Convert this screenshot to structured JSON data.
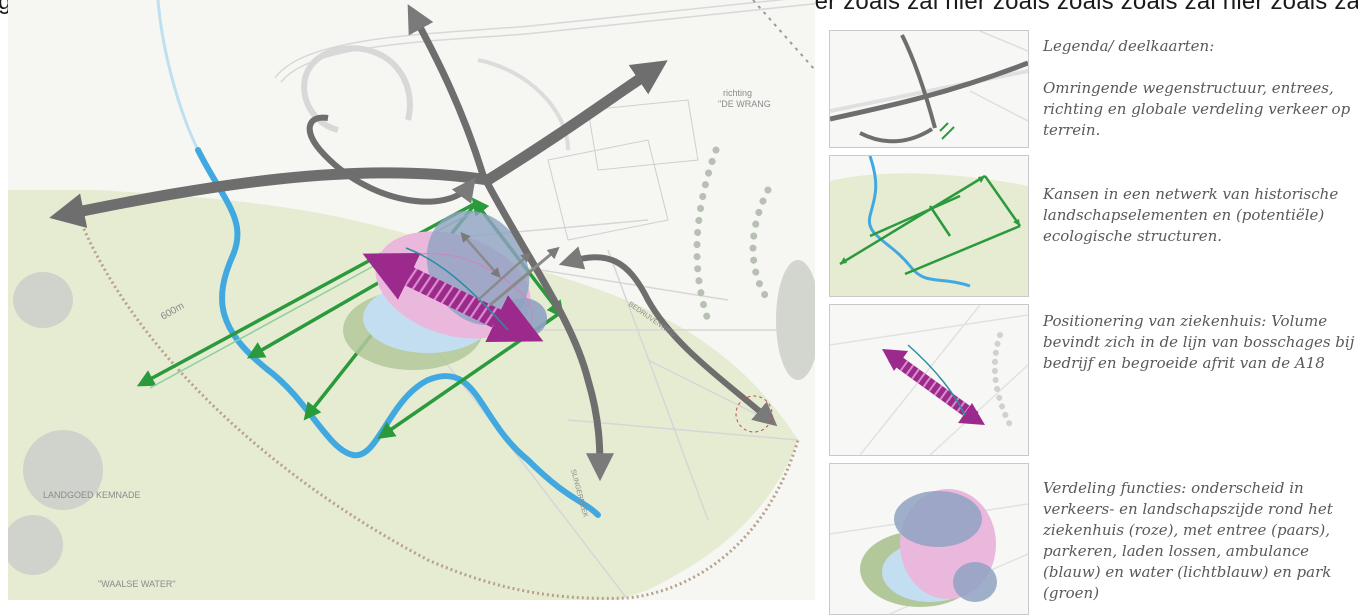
{
  "page": {
    "top_text": "gen senten waar ook de spoet zal worden zal worden hier zoals zoals zal hier zoals zal hier zoals zoals zoals zal hier zoals zal hier"
  },
  "map_labels": {
    "richting": "richting",
    "de_wrange": "\"DE WRANG",
    "distance": "600m",
    "landgoed": "LANDGOED KEMNADE",
    "waalse_water": "\"WAALSE WATER\"",
    "road_name": "SLINGERBEEK",
    "road_name_2": "BEDRIJVENWEG"
  },
  "legend": {
    "title": "Legenda/ deelkaarten:",
    "items": [
      {
        "text": "Omringende wegenstructuur, entrees, richting en globale verdeling verkeer op terrein."
      },
      {
        "text": "Kansen in een netwerk van historische landschapselementen en (potentiële) ecologische structuren."
      },
      {
        "text": "Positionering van ziekenhuis: Volume bevindt zich in de lijn van bosschages bij bedrijf en begroeide afrit van de A18"
      },
      {
        "text": "Verdeling functies: onderscheid in verkeers- en landschapszijde rond het ziekenhuis (roze), met entree (paars), parkeren, laden lossen, ambulance (blauw) en water (lichtblauw) en park (groen)"
      }
    ]
  },
  "colors": {
    "road_arrow": "#6e6e6e",
    "landscape_arrow": "#2a9a3c",
    "entrance_arrow": "#9c2a8c",
    "water": "#41a9e0",
    "site_fill": "#e6ecd2",
    "hospital_pink": "#eab8dc",
    "service_blue": "#8fa2c2",
    "water_light": "#c3def0",
    "park_green": "#b2c89b"
  }
}
